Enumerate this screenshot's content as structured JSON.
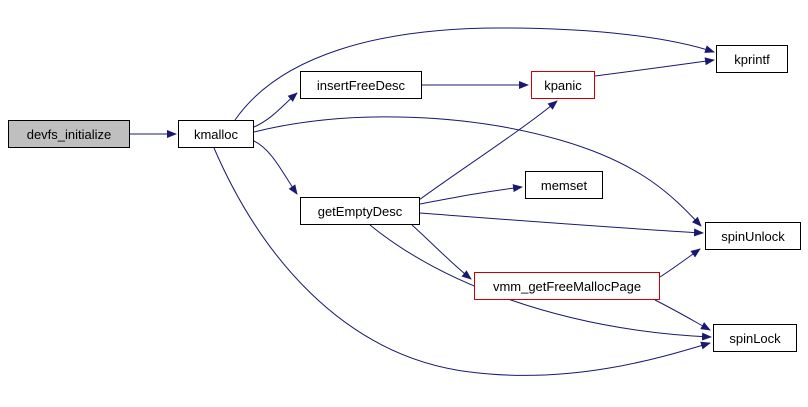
{
  "diagram": {
    "type": "call-graph",
    "colors": {
      "edge": "#191970",
      "node_border": "#000000",
      "node_fill": "#ffffff",
      "root_fill": "#bfbfbf",
      "highlight_border": "#cc0000"
    },
    "nodes": [
      {
        "id": "devfs_initialize",
        "label": "devfs_initialize",
        "role": "root"
      },
      {
        "id": "kmalloc",
        "label": "kmalloc",
        "role": "normal"
      },
      {
        "id": "insertFreeDesc",
        "label": "insertFreeDesc",
        "role": "normal"
      },
      {
        "id": "kpanic",
        "label": "kpanic",
        "role": "highlight"
      },
      {
        "id": "kprintf",
        "label": "kprintf",
        "role": "normal"
      },
      {
        "id": "getEmptyDesc",
        "label": "getEmptyDesc",
        "role": "normal"
      },
      {
        "id": "memset",
        "label": "memset",
        "role": "normal"
      },
      {
        "id": "spinUnlock",
        "label": "spinUnlock",
        "role": "normal"
      },
      {
        "id": "vmm_getFreeMallocPage",
        "label": "vmm_getFreeMallocPage",
        "role": "highlight"
      },
      {
        "id": "spinLock",
        "label": "spinLock",
        "role": "normal"
      }
    ],
    "edges": [
      {
        "from": "devfs_initialize",
        "to": "kmalloc"
      },
      {
        "from": "kmalloc",
        "to": "insertFreeDesc"
      },
      {
        "from": "kmalloc",
        "to": "kprintf"
      },
      {
        "from": "kmalloc",
        "to": "getEmptyDesc"
      },
      {
        "from": "kmalloc",
        "to": "spinUnlock"
      },
      {
        "from": "kmalloc",
        "to": "spinLock"
      },
      {
        "from": "insertFreeDesc",
        "to": "kpanic"
      },
      {
        "from": "kpanic",
        "to": "kprintf"
      },
      {
        "from": "getEmptyDesc",
        "to": "memset"
      },
      {
        "from": "getEmptyDesc",
        "to": "kpanic"
      },
      {
        "from": "getEmptyDesc",
        "to": "spinUnlock"
      },
      {
        "from": "getEmptyDesc",
        "to": "vmm_getFreeMallocPage"
      },
      {
        "from": "getEmptyDesc",
        "to": "spinLock"
      },
      {
        "from": "vmm_getFreeMallocPage",
        "to": "spinUnlock"
      },
      {
        "from": "vmm_getFreeMallocPage",
        "to": "spinLock"
      }
    ]
  }
}
